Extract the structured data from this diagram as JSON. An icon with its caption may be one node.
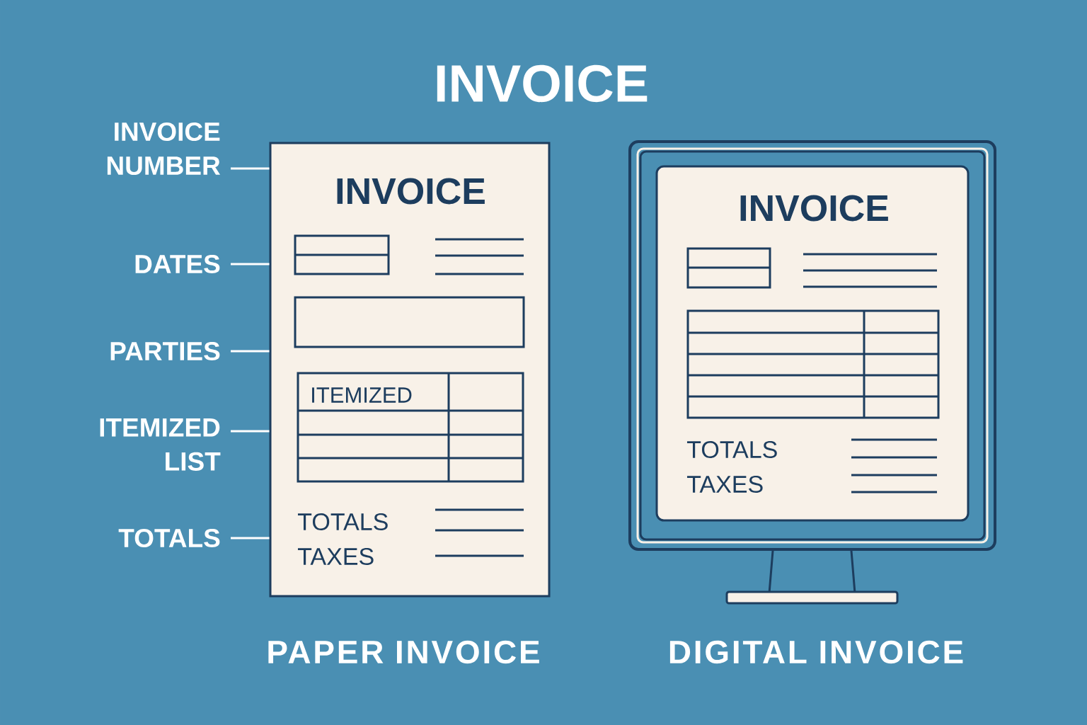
{
  "diagram": {
    "title": "INVOICE",
    "nodes": [
      {
        "text": [
          "INVOICE NUMBER"
        ]
      },
      {
        "text": [
          "DATES"
        ]
      },
      {
        "text": [
          "PARTIES"
        ]
      },
      {
        "text": [
          "ITEMIZED LIST"
        ]
      },
      {
        "text": [
          "TOTALS"
        ]
      },
      {
        "text": [
          "INVOICE",
          "ITEMIZED",
          "TOTALS",
          "TAXES"
        ],
        "beside": [
          "PAPER INVOICE"
        ]
      },
      {
        "text": [],
        "shape": "monitor",
        "beside": [
          "DIGITAL INVOICE"
        ]
      },
      {
        "text": [
          "INVOICE",
          "TOTALS",
          "TAXES"
        ],
        "in": 6
      }
    ],
    "edges": [
      {
        "from": 0,
        "to": 5,
        "arrow": "none"
      },
      {
        "from": 1,
        "to": 5,
        "arrow": "none"
      },
      {
        "from": 2,
        "to": 5,
        "arrow": "none"
      },
      {
        "from": 3,
        "to": 5,
        "arrow": "none"
      },
      {
        "from": 4,
        "to": 5,
        "arrow": "none"
      }
    ]
  }
}
